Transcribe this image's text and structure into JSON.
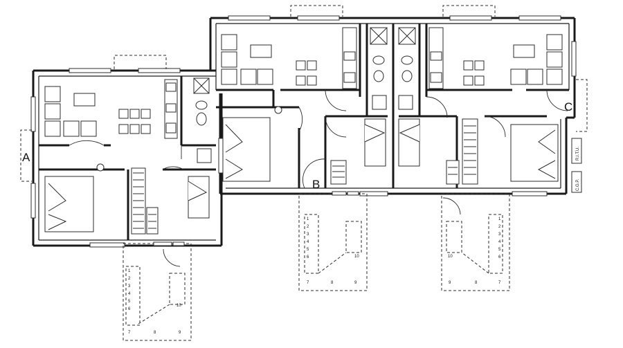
{
  "unit_labels": {
    "a": "A",
    "b": "B",
    "c": "C"
  },
  "meter_labels": {
    "ritu": "R.I.T.U.",
    "cgp": "C.G.P."
  },
  "stairs": {
    "a": [
      "1",
      "2",
      "3",
      "4",
      "5",
      "6",
      "7",
      "8",
      "9",
      "10"
    ],
    "b": [
      "1",
      "2",
      "3",
      "4",
      "5",
      "6",
      "7",
      "8",
      "9",
      "10"
    ],
    "c": [
      "1",
      "2",
      "3",
      "4",
      "5",
      "6",
      "7",
      "8",
      "9",
      "10"
    ]
  }
}
